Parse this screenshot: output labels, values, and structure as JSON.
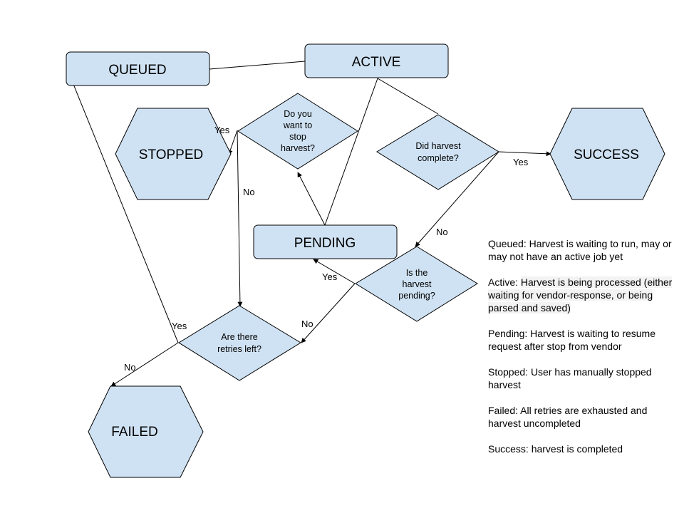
{
  "nodes": {
    "queued": "QUEUED",
    "active": "ACTIVE",
    "stopped": "STOPPED",
    "success": "SUCCESS",
    "pending": "PENDING",
    "failed": "FAILED"
  },
  "decisions": {
    "stop_harvest": [
      "Do you",
      "want to",
      "stop",
      "harvest?"
    ],
    "harvest_complete": [
      "Did harvest",
      "complete?"
    ],
    "harvest_pending": [
      "Is the",
      "harvest",
      "pending?"
    ],
    "retries_left": [
      "Are there",
      "retries left?"
    ]
  },
  "edge_labels": {
    "stop_yes": "Yes",
    "stop_no": "No",
    "complete_yes": "Yes",
    "complete_no": "No",
    "pending_yes": "Yes",
    "pending_no": "No",
    "retries_yes": "Yes",
    "retries_no": "No"
  },
  "legend": {
    "queued": "Queued: Harvest is waiting to run, may or may not have an active job yet",
    "active_prefix": "Active: ",
    "active_desc": "Harvest is being processed (either waiting for vendor-response, or being parsed and saved)",
    "pending": "Pending: Harvest is waiting to resume request after stop from vendor",
    "stopped": "Stopped: User has manually stopped harvest",
    "failed": "Failed: All retries are exhausted and harvest uncompleted",
    "success": "Success: harvest is completed"
  }
}
